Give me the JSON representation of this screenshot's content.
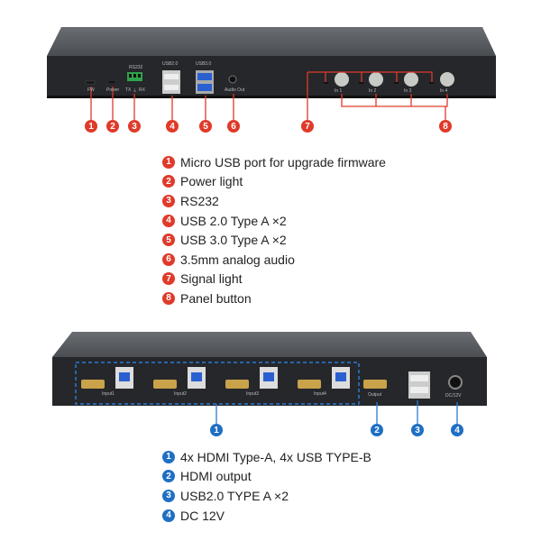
{
  "front_panel": {
    "port_labels": {
      "fw": "FW",
      "power": "Power",
      "rs232": "RS232",
      "tx": "TX",
      "g": "⏚",
      "rx": "RX",
      "usb2": "USB2.0",
      "usb3": "USB3.0",
      "audio": "Audio Out",
      "in1": "In 1",
      "in2": "In 2",
      "in3": "In 3",
      "in4": "In 4"
    },
    "callouts": [
      "1",
      "2",
      "3",
      "4",
      "5",
      "6",
      "7",
      "8"
    ],
    "legend": [
      {
        "n": "1",
        "text": "Micro USB port for upgrade firmware"
      },
      {
        "n": "2",
        "text": "Power light"
      },
      {
        "n": "3",
        "text": "RS232"
      },
      {
        "n": "4",
        "text": "USB 2.0 Type A ×2"
      },
      {
        "n": "5",
        "text": "USB 3.0 Type A ×2"
      },
      {
        "n": "6",
        "text": "3.5mm analog audio"
      },
      {
        "n": "7",
        "text": "Signal light"
      },
      {
        "n": "8",
        "text": "Panel button"
      }
    ]
  },
  "rear_panel": {
    "port_labels": {
      "input1": "Input1",
      "input2": "Input2",
      "input3": "Input3",
      "input4": "Input4",
      "output": "Output",
      "dc": "DC/12V"
    },
    "callouts": [
      "1",
      "2",
      "3",
      "4"
    ],
    "legend": [
      {
        "n": "1",
        "text": "4x HDMI Type-A, 4x USB TYPE-B"
      },
      {
        "n": "2",
        "text": "HDMI output"
      },
      {
        "n": "3",
        "text": "USB2.0 TYPE A ×2"
      },
      {
        "n": "4",
        "text": "DC 12V"
      }
    ]
  },
  "colors": {
    "red": "#e03a2a",
    "blue": "#1f6fc4",
    "body": "#2a2c30"
  }
}
